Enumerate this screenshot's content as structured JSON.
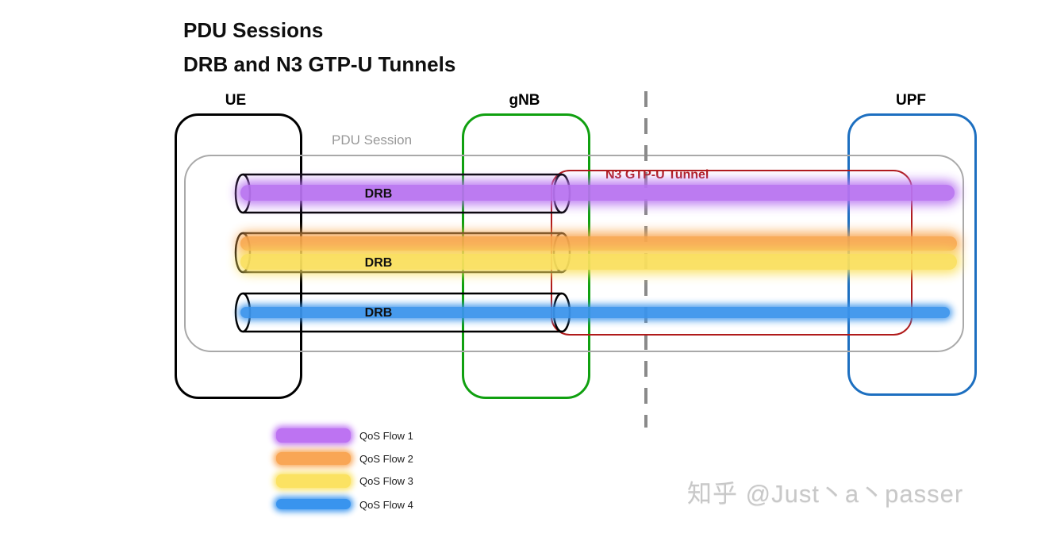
{
  "title": {
    "line1": "PDU Sessions",
    "line2": "DRB and N3 GTP-U Tunnels"
  },
  "nodes": {
    "ue": {
      "label": "UE",
      "border_color": "#000000",
      "label_color": "#0f0f0f"
    },
    "gnb": {
      "label": "gNB",
      "border_color": "#10a010",
      "label_color": "#10a010"
    },
    "upf": {
      "label": "UPF",
      "border_color": "#1d6fc0",
      "label_color": "#1d6fc0"
    }
  },
  "containers": {
    "pdu_session": {
      "label": "PDU Session",
      "border_color": "#a9a9a9"
    },
    "n3_tunnel": {
      "label": "N3 GTP-U Tunnel",
      "border_color": "#b01a1a"
    }
  },
  "drb_labels": [
    "DRB",
    "DRB",
    "DRB"
  ],
  "flows": [
    {
      "name": "qos-flow-1",
      "color": "#b873f1"
    },
    {
      "name": "qos-flow-2",
      "color": "#f8a64f"
    },
    {
      "name": "qos-flow-3",
      "color": "#fae05e"
    },
    {
      "name": "qos-flow-4",
      "color": "#3b94ec"
    }
  ],
  "legend": [
    {
      "label": "QoS Flow 1",
      "color": "#ba6cf2"
    },
    {
      "label": "QoS Flow 2",
      "color": "#f9a24c"
    },
    {
      "label": "QoS Flow 3",
      "color": "#fbe15a"
    },
    {
      "label": "QoS Flow 4",
      "color": "#2f8fee"
    }
  ],
  "divider_color": "#8a8a8a",
  "watermark": "知乎 @Just丶a丶passer"
}
